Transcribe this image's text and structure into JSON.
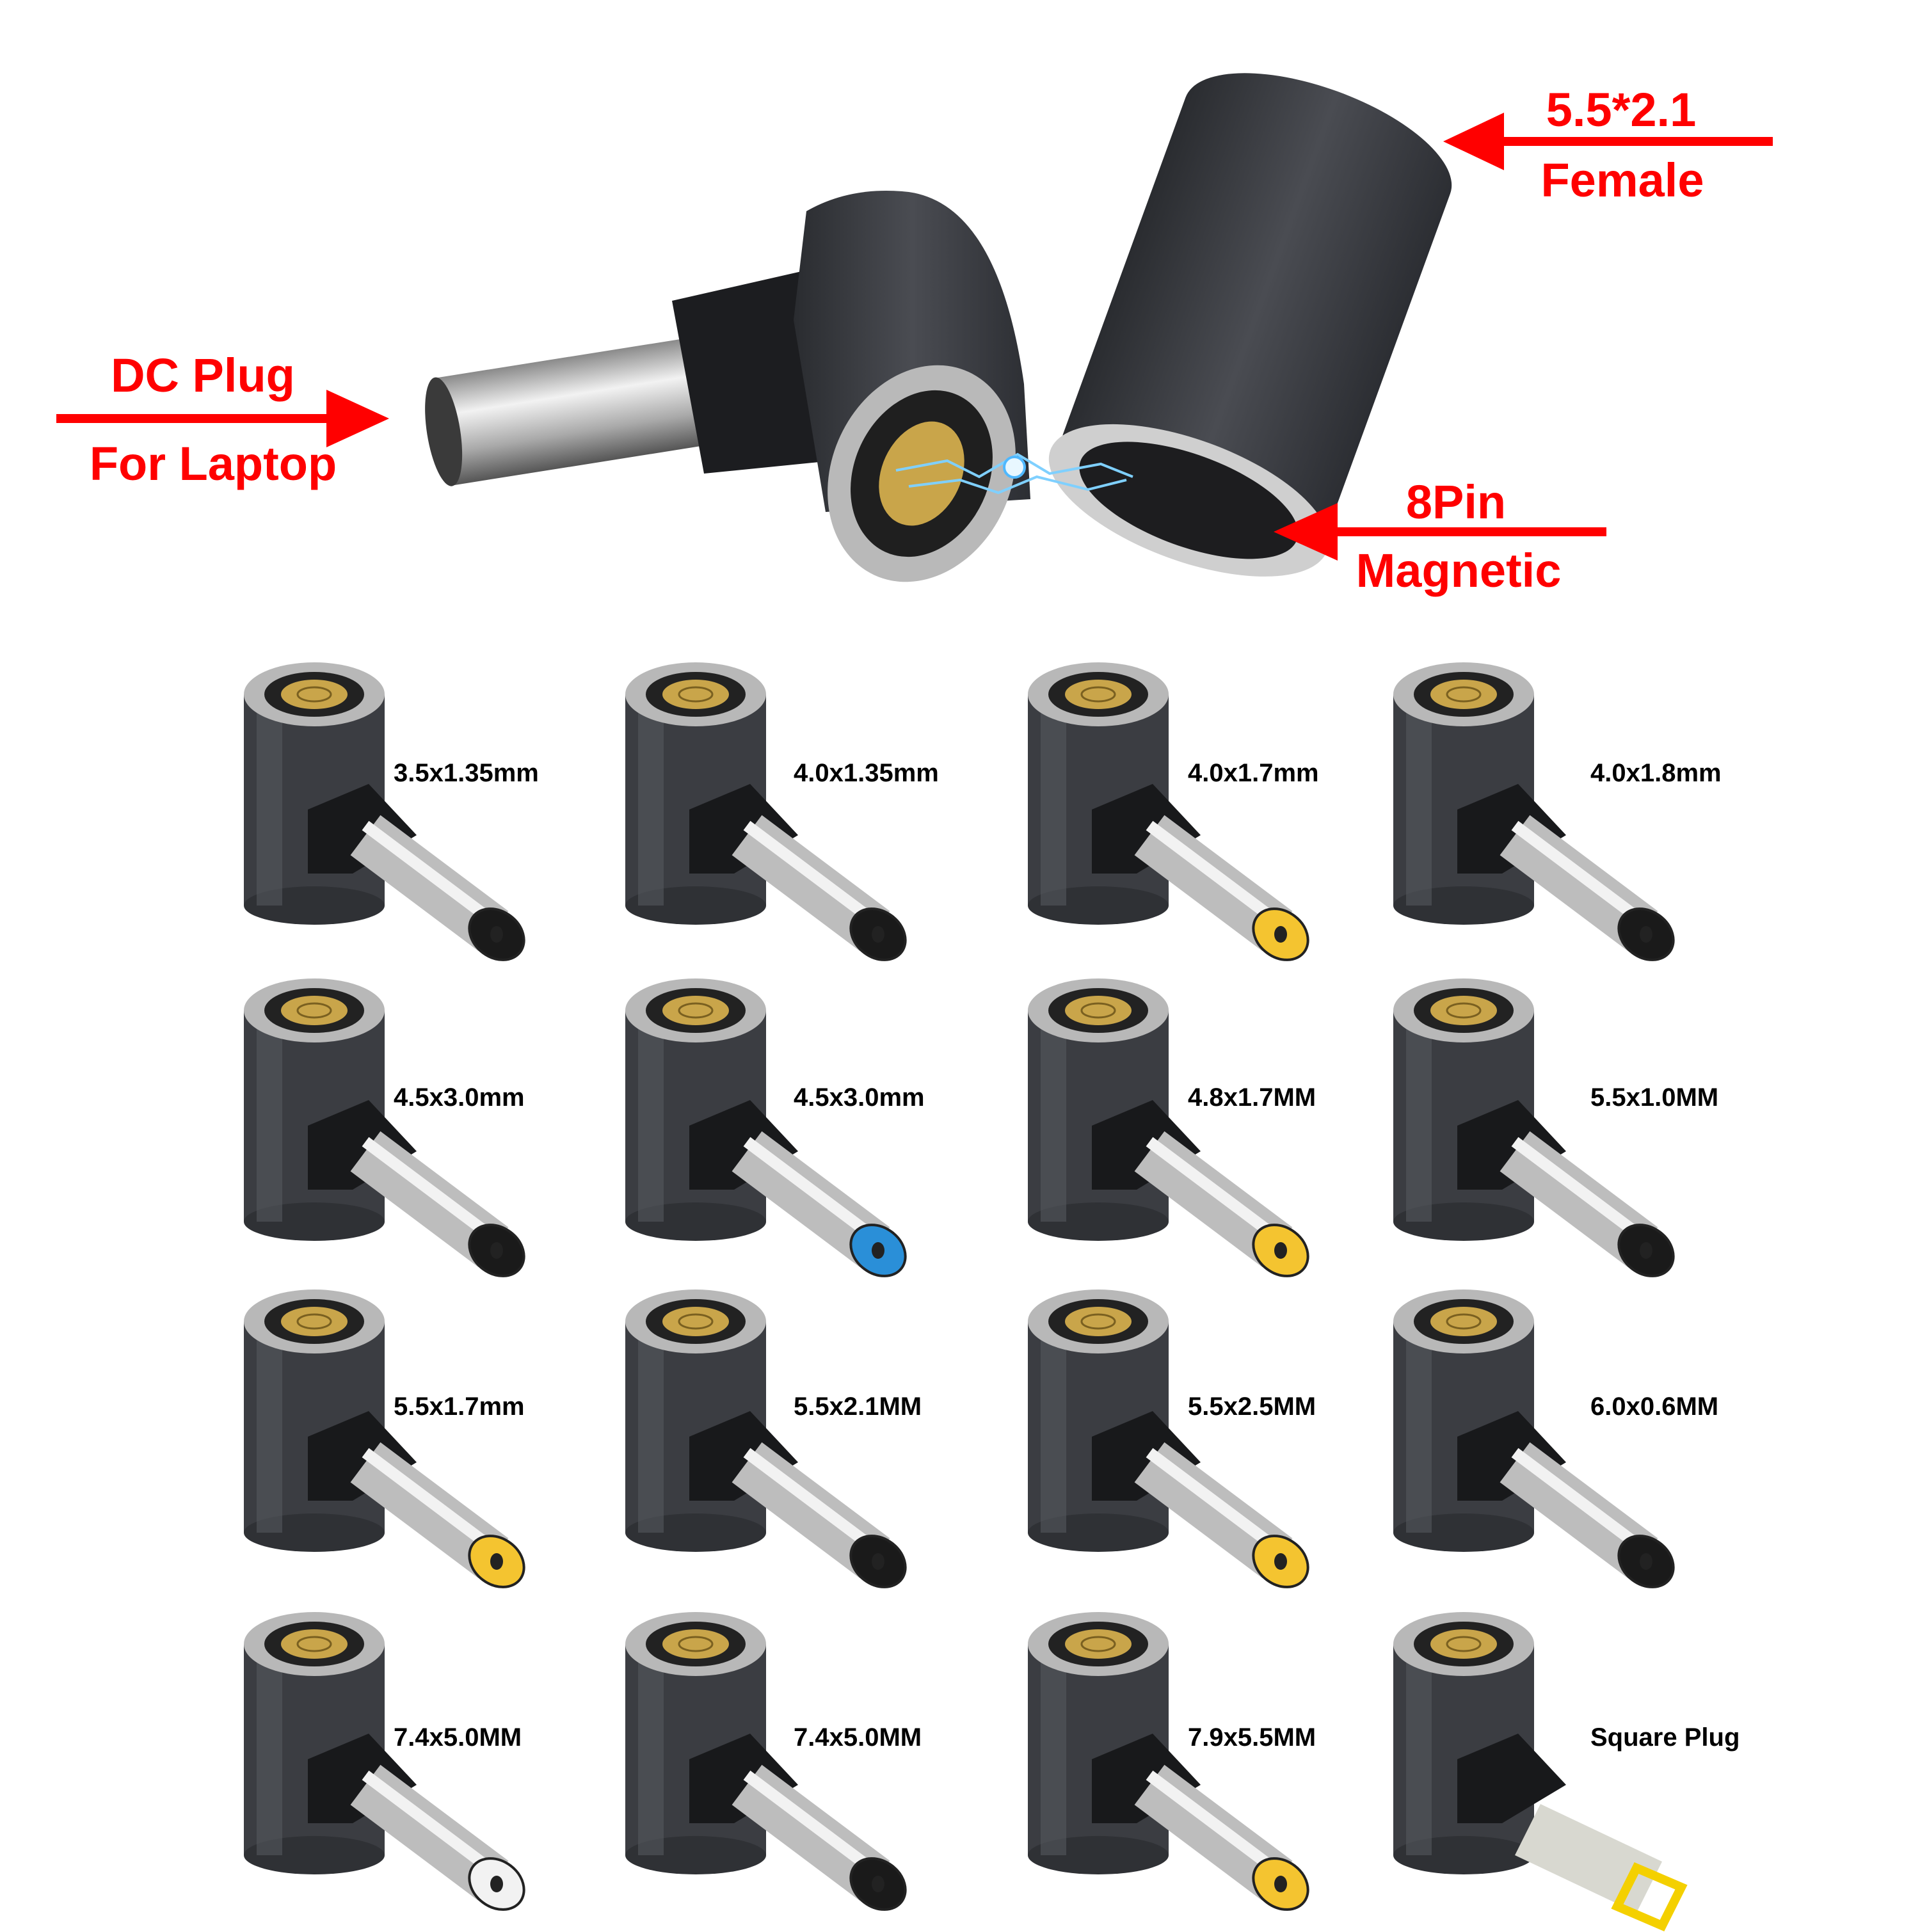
{
  "callouts": {
    "female_size": "5.5*2.1",
    "female": "Female",
    "dc_plug": "DC Plug",
    "for_laptop": "For Laptop",
    "pins": "8Pin",
    "magnetic": "Magnetic"
  },
  "colors": {
    "callout_red": "#ff0000",
    "body_dark": "#3b3d42",
    "contact_gold": "#c9a54a",
    "barrel_silver": "#c8c8c8"
  },
  "tips": [
    {
      "label": "3.5x1.35mm",
      "tip_color": "#1a1a1a",
      "icon": "dc-plug-adapter-icon"
    },
    {
      "label": "4.0x1.35mm",
      "tip_color": "#1a1a1a",
      "icon": "dc-plug-adapter-icon"
    },
    {
      "label": "4.0x1.7mm",
      "tip_color": "#f4c430",
      "icon": "dc-plug-adapter-icon"
    },
    {
      "label": "4.0x1.8mm",
      "tip_color": "#1a1a1a",
      "icon": "dc-plug-adapter-icon"
    },
    {
      "label": "4.5x3.0mm",
      "tip_color": "#1a1a1a",
      "icon": "dc-plug-adapter-icon"
    },
    {
      "label": "4.5x3.0mm",
      "tip_color": "#2a8fd8",
      "icon": "dc-plug-adapter-icon"
    },
    {
      "label": "4.8x1.7MM",
      "tip_color": "#f4c430",
      "icon": "dc-plug-adapter-icon"
    },
    {
      "label": "5.5x1.0MM",
      "tip_color": "#1a1a1a",
      "icon": "dc-plug-adapter-icon"
    },
    {
      "label": "5.5x1.7mm",
      "tip_color": "#f4c430",
      "icon": "dc-plug-adapter-icon"
    },
    {
      "label": "5.5x2.1MM",
      "tip_color": "#1a1a1a",
      "icon": "dc-plug-adapter-icon"
    },
    {
      "label": "5.5x2.5MM",
      "tip_color": "#f4c430",
      "icon": "dc-plug-adapter-icon"
    },
    {
      "label": "6.0x0.6MM",
      "tip_color": "#1a1a1a",
      "icon": "dc-plug-adapter-icon"
    },
    {
      "label": "7.4x5.0MM",
      "tip_color": "#f2f2f2",
      "icon": "dc-plug-adapter-icon"
    },
    {
      "label": "7.4x5.0MM",
      "tip_color": "#1a1a1a",
      "icon": "dc-plug-adapter-icon"
    },
    {
      "label": "7.9x5.5MM",
      "tip_color": "#f4c430",
      "icon": "dc-plug-adapter-icon"
    },
    {
      "label": "Square Plug",
      "tip_color": "#f4d000",
      "icon": "square-plug-adapter-icon"
    }
  ]
}
